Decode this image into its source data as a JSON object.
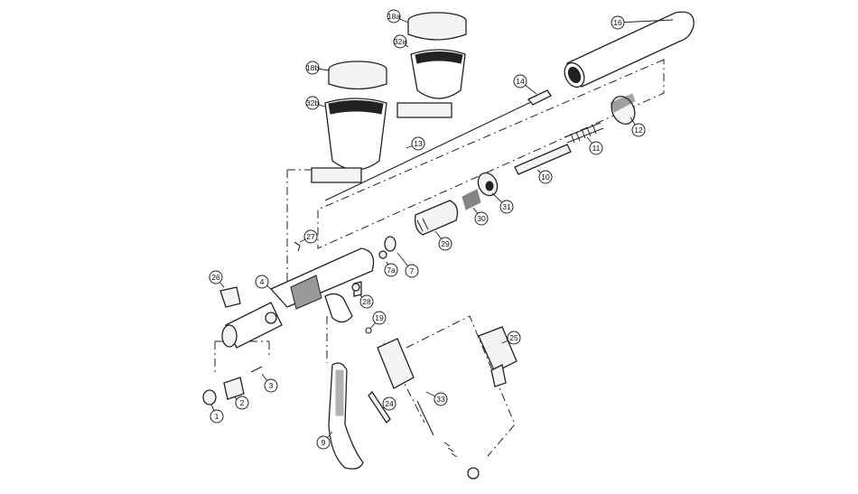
{
  "callouts": [
    {
      "id": "c1",
      "label": "1"
    },
    {
      "id": "c2",
      "label": "2"
    },
    {
      "id": "c3",
      "label": "3"
    },
    {
      "id": "c4",
      "label": "4"
    },
    {
      "id": "c7",
      "label": "7"
    },
    {
      "id": "c7a",
      "label": "7a"
    },
    {
      "id": "c9",
      "label": "9"
    },
    {
      "id": "c10",
      "label": "10"
    },
    {
      "id": "c11",
      "label": "11"
    },
    {
      "id": "c12",
      "label": "12"
    },
    {
      "id": "c13",
      "label": "13"
    },
    {
      "id": "c14",
      "label": "14"
    },
    {
      "id": "c16",
      "label": "16"
    },
    {
      "id": "c18a",
      "label": "18a"
    },
    {
      "id": "c18b",
      "label": "18b"
    },
    {
      "id": "c19",
      "label": "19"
    },
    {
      "id": "c24",
      "label": "24"
    },
    {
      "id": "c25",
      "label": "25"
    },
    {
      "id": "c26",
      "label": "26"
    },
    {
      "id": "c27",
      "label": "27"
    },
    {
      "id": "c28",
      "label": "28"
    },
    {
      "id": "c29",
      "label": "29"
    },
    {
      "id": "c30",
      "label": "30"
    },
    {
      "id": "c31",
      "label": "31"
    },
    {
      "id": "c32a",
      "label": "32a"
    },
    {
      "id": "c32b",
      "label": "32b"
    },
    {
      "id": "c33",
      "label": "33"
    }
  ]
}
